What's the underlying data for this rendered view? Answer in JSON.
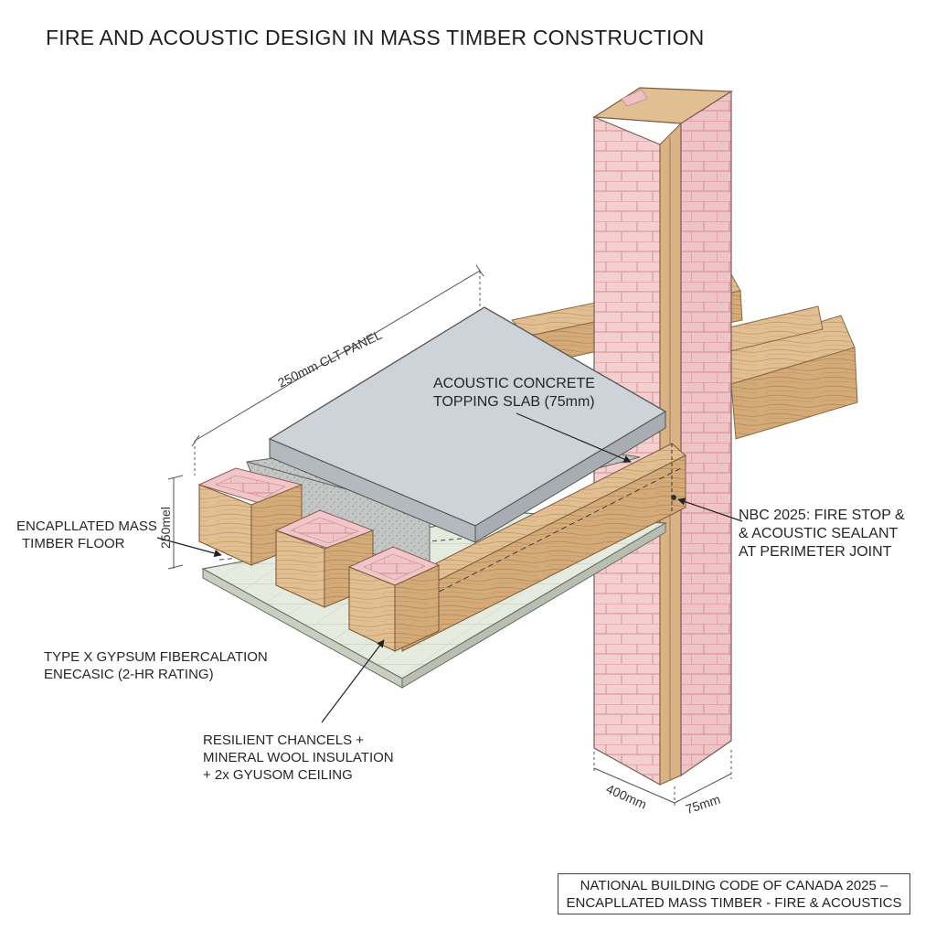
{
  "title": "FIRE AND ACOUSTIC DESIGN IN MASS TIMBER CONSTRUCTION",
  "labels": {
    "clt_panel": "250mm CLT PANEL",
    "topping_line1": "ACOUSTIC CONCRETE",
    "topping_line2": "TOPPING SLAB (75mm)",
    "floor_line1": "ENCAPLLATED MASS",
    "floor_line2": "TIMBER FLOOR",
    "floor_depth": "250mel",
    "nbc_line1": "NBC 2025: FIRE STOP &",
    "nbc_line2": "& ACOUSTIC SEALANT",
    "nbc_line3": "AT PERIMETER JOINT",
    "gypsum_line1": "TYPE X GYPSUM FIBERCALATION",
    "gypsum_line2": "ENECASIC (2-HR RATING)",
    "channels_line1": "RESILIENT CHANCELS +",
    "channels_line2": "MINERAL WOOL INSULATION",
    "channels_line3": "+ 2x GYUSOM CEILING",
    "dim_400": "400mm",
    "dim_75": "75mm"
  },
  "footer": {
    "line1": "NATIONAL BUILDING CODE OF CANADA 2025 –",
    "line2": "ENCAPLLATED MASS TIMBER - FIRE & ACOUSTICS"
  },
  "colors": {
    "timber": "#e2bf92",
    "timber_dark": "#c89c6c",
    "encapsulation_pink": "#f2c9c9",
    "concrete": "#c9ced3",
    "gypsum": "#e3e8dc"
  }
}
